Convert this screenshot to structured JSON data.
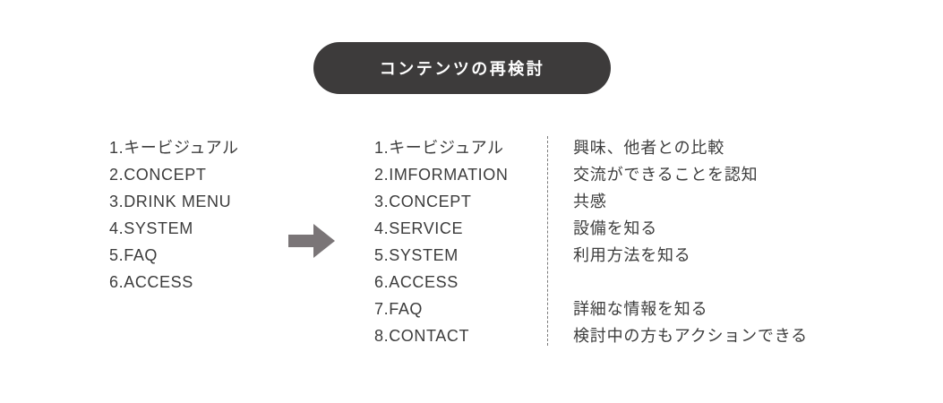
{
  "title": {
    "text": "コンテンツの再検討"
  },
  "colors": {
    "title_background": "#3d3b3b",
    "title_text": "#ffffff",
    "body_text": "#3c3c3c",
    "arrow": "#7a7577",
    "divider": "#7c7c7c",
    "page_background": "#ffffff"
  },
  "arrow": {
    "icon": "arrow-right-icon",
    "direction": "right"
  },
  "before_column": {
    "items": [
      "1.キービジュアル",
      "2.CONCEPT",
      "3.DRINK MENU",
      "4.SYSTEM",
      "5.FAQ",
      "6.ACCESS"
    ]
  },
  "after_column": {
    "items": [
      "1.キービジュアル",
      "2.IMFORMATION",
      "3.CONCEPT",
      "4.SERVICE",
      "5.SYSTEM",
      "6.ACCESS",
      "7.FAQ",
      "8.CONTACT"
    ]
  },
  "notes_column": {
    "items": [
      "興味、他者との比較",
      "交流ができることを認知",
      "共感",
      "設備を知る",
      "利用方法を知る",
      "",
      "詳細な情報を知る",
      "検討中の方もアクションできる"
    ]
  }
}
